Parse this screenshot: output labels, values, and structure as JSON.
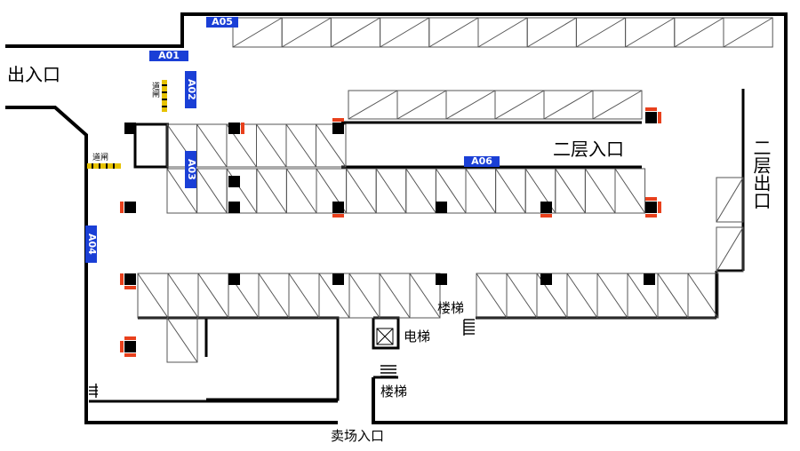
{
  "map": {
    "labels": {
      "entrance_exit": "出入口",
      "second_floor_entrance": "二层入口",
      "second_floor_exit": "二层出口",
      "mall_entrance": "卖场入口",
      "elevator": "电梯",
      "stairs_upper": "楼梯",
      "stairs_lower": "楼梯",
      "gate_upper": "道闸",
      "gate_lower": "道闸"
    },
    "zones": {
      "a01": "A01",
      "a02": "A02",
      "a03": "A03",
      "a04": "A04",
      "a05": "A05",
      "a06": "A06"
    },
    "colors": {
      "zone_badge": "#1a3fd6",
      "pillar": "#000000",
      "marker": "#e8401c",
      "gate": "#e6c200",
      "wall": "#000000",
      "slot_line": "#888888"
    }
  }
}
